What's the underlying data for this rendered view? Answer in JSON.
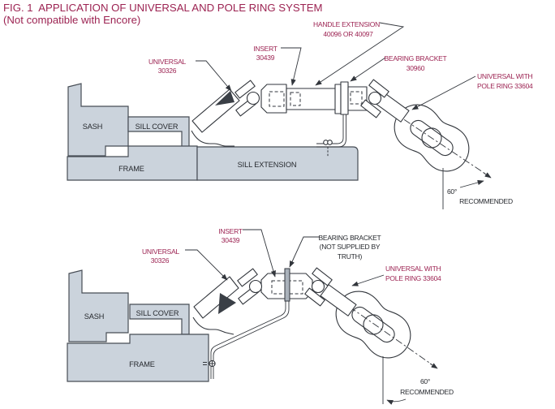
{
  "title": {
    "line1": "FIG. 1  APPLICATION OF UNIVERSAL AND POLE RING SYSTEM",
    "line2": "(Not compatible with Encore)"
  },
  "colors": {
    "label": "#9c2352",
    "ink": "#26292e",
    "line": "#32363c",
    "block-fill": "#cbd3dc",
    "block-stroke": "#474d55",
    "metal": "#aab2bb"
  },
  "diagram_top": {
    "parts": {
      "sash": "SASH",
      "sill_cover": "SILL COVER",
      "frame": "FRAME",
      "sill_extension": "SILL EXTENSION"
    },
    "callouts": {
      "universal": {
        "l1": "UNIVERSAL",
        "l2": "30326"
      },
      "insert": {
        "l1": "INSERT",
        "l2": "30439"
      },
      "handle_extension": {
        "l1": "HANDLE EXTENSION",
        "l2": "40096 OR 40097"
      },
      "bearing_bracket": {
        "l1": "BEARING BRACKET",
        "l2": "30960"
      },
      "universal_pole_ring": {
        "l1": "UNIVERSAL WITH",
        "l2": "POLE RING 33604"
      },
      "angle": {
        "l1": "60°",
        "l2": "RECOMMENDED"
      }
    }
  },
  "diagram_bottom": {
    "parts": {
      "sash": "SASH",
      "sill_cover": "SILL COVER",
      "frame": "FRAME"
    },
    "callouts": {
      "universal": {
        "l1": "UNIVERSAL",
        "l2": "30326"
      },
      "insert": {
        "l1": "INSERT",
        "l2": "30439"
      },
      "bearing_bracket": {
        "l1": "BEARING BRACKET",
        "l2": "(NOT SUPPLIED BY",
        "l3": "TRUTH)"
      },
      "universal_pole_ring": {
        "l1": "UNIVERSAL WITH",
        "l2": "POLE RING 33604"
      },
      "angle": {
        "l1": "60°",
        "l2": "RECOMMENDED"
      }
    }
  }
}
